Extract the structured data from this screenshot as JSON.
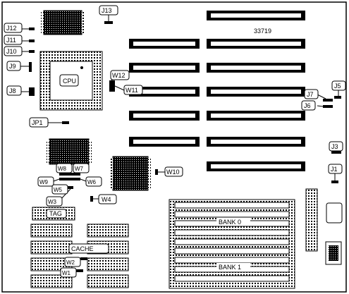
{
  "board": {
    "part_number": "33719",
    "jumpers": {
      "j13": "J13",
      "j12": "J12",
      "j11": "J11",
      "j10": "J10",
      "j9": "J9",
      "j8": "J8",
      "j7": "J7",
      "j6": "J6",
      "j5": "J5",
      "j3": "J3",
      "j1": "J1",
      "jp1": "JP1",
      "w12": "W12",
      "w11": "W11",
      "w10": "W10",
      "w9": "W9",
      "w8": "W8",
      "w7": "W7",
      "w6": "W6",
      "w5": "W5",
      "w4": "W4",
      "w3": "W3",
      "w2": "W2",
      "w1": "W1"
    },
    "components": {
      "cpu": "CPU",
      "tag": "TAG",
      "cache": "CACHE",
      "bank0": "BANK 0",
      "bank1": "BANK 1"
    }
  }
}
